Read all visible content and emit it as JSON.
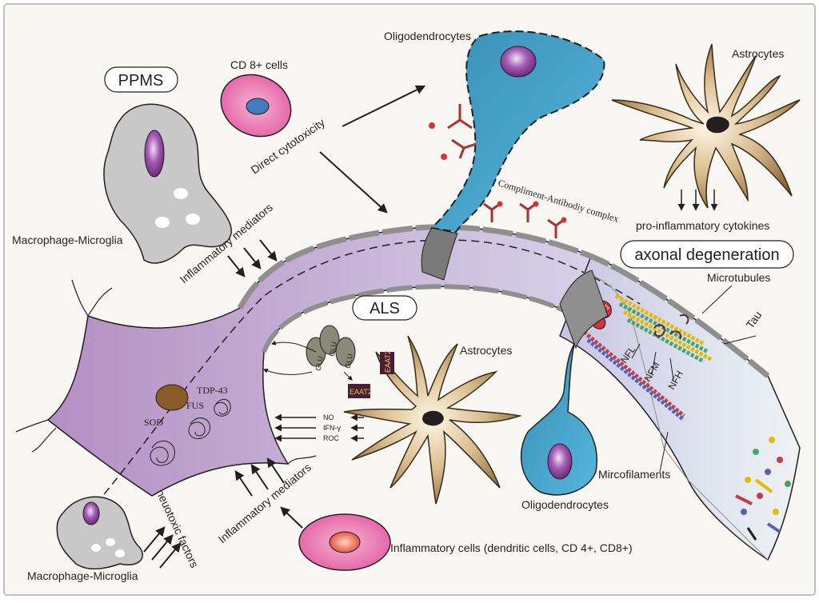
{
  "labels": {
    "ppms": "PPMS",
    "als": "ALS",
    "axonal_degeneration": "axonal degeneration",
    "cd8_cells": "CD 8+ cells",
    "direct_cytotoxicity": "Direct cytotoxicity",
    "oligodendrocytes_top": "Oligodendrocytes",
    "oligodendrocytes_bottom": "Oligodendrocytes",
    "astrocytes_top": "Astrocytes",
    "astrocytes_mid": "Astrocytes",
    "pro_inflammatory_cytokines": "pro-inflammatory cytokines",
    "compliment_antibody_complex": "Compliment-Antibodiy complex",
    "macrophage_microglia_top": "Macrophage-Microglia",
    "macrophage_microglia_bottom": "Macrophage-Microglia",
    "inflammatory_mediators_top": "Inflammatory mediators",
    "inflammatory_mediators_bottom": "Inflammatory mediators",
    "neurotoxic_factors": "neuotoxic factors",
    "microtubules": "Microtubules",
    "mircofilaments": "Mircofilaments",
    "tau": "Tau",
    "nfl": "NFL",
    "nfm": "NFM",
    "nfh": "NFH",
    "tdp43": "TDP-43",
    "fus": "FUS",
    "sod": "SOD",
    "glu": "GLU",
    "eaat2": "EAAT2",
    "no": "NO",
    "ifn_gamma": "IFN-γ",
    "roc": "ROC",
    "inflammatory_cells": "Inflammatory cells (dendritic cells, CD 4+, CD8+)",
    "mct1": "MCT1"
  },
  "colors": {
    "neuron_body": "#b79cc9",
    "axon": "#d6d9ea",
    "myelin": "#8f8f8f",
    "oligodendrocyte": "#3f93b7",
    "astrocyte": "#8a6a3e",
    "cd8_cell": "#e06aa5",
    "inflammatory_cell": "#ec6fa6",
    "nucleus_purple": "#8e3f9c",
    "macrophage": "#c8c8c8"
  }
}
